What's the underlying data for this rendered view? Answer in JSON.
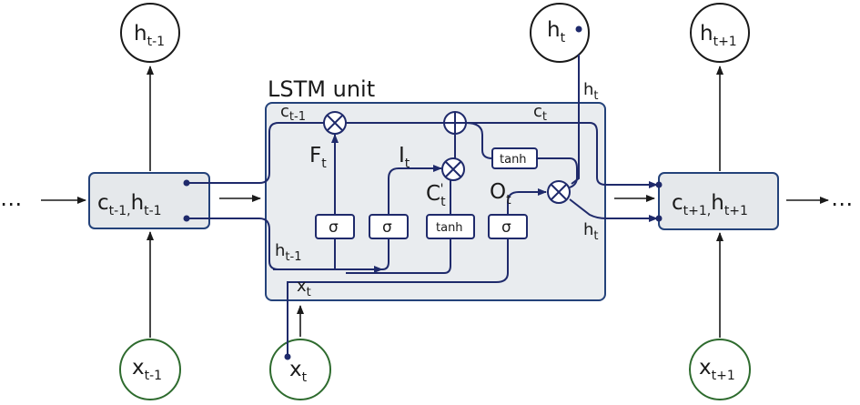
{
  "nodes": {
    "h_prev": {
      "base": "h",
      "sub": "t-1"
    },
    "h_cur": {
      "base": "h",
      "sub": "t"
    },
    "h_next": {
      "base": "h",
      "sub": "t+1"
    },
    "x_prev": {
      "base": "x",
      "sub": "t-1"
    },
    "x_cur": {
      "base": "x",
      "sub": "t"
    },
    "x_next": {
      "base": "x",
      "sub": "t+1"
    }
  },
  "cells": {
    "left": {
      "c": "c",
      "c_sub": "t-1,",
      "h": "h",
      "h_sub": "t-1"
    },
    "right": {
      "c": "c",
      "c_sub": "t+1,",
      "h": "h",
      "h_sub": "t+1"
    }
  },
  "lstm": {
    "title": "LSTM unit",
    "labels": {
      "c_prev": {
        "base": "c",
        "sub": "t-1"
      },
      "c_t": {
        "base": "c",
        "sub": "t"
      },
      "h_prev": {
        "base": "h",
        "sub": "t-1"
      },
      "h_out_top": {
        "base": "h",
        "sub": "t"
      },
      "h_out_bottom": {
        "base": "h",
        "sub": "t"
      },
      "x_t": {
        "base": "x",
        "sub": "t"
      },
      "F_t": {
        "base": "F",
        "sub": "t"
      },
      "I_t": {
        "base": "I",
        "sub": "t"
      },
      "C_t": {
        "base": "C",
        "sub": "t",
        "sup": "'"
      },
      "O_t": {
        "base": "O",
        "sub": "t"
      }
    },
    "gates": {
      "sigma1": "σ",
      "sigma2": "σ",
      "tanh1": "tanh",
      "sigma3": "σ",
      "tanh2": "tanh"
    }
  },
  "ellipsis": "⋯",
  "colors": {
    "line": "#1f2a6b",
    "node_border": "#1a1a1a",
    "x_border": "#2e6b2e",
    "cell_fill": "#e8ebee",
    "cell_border": "#24427a"
  }
}
